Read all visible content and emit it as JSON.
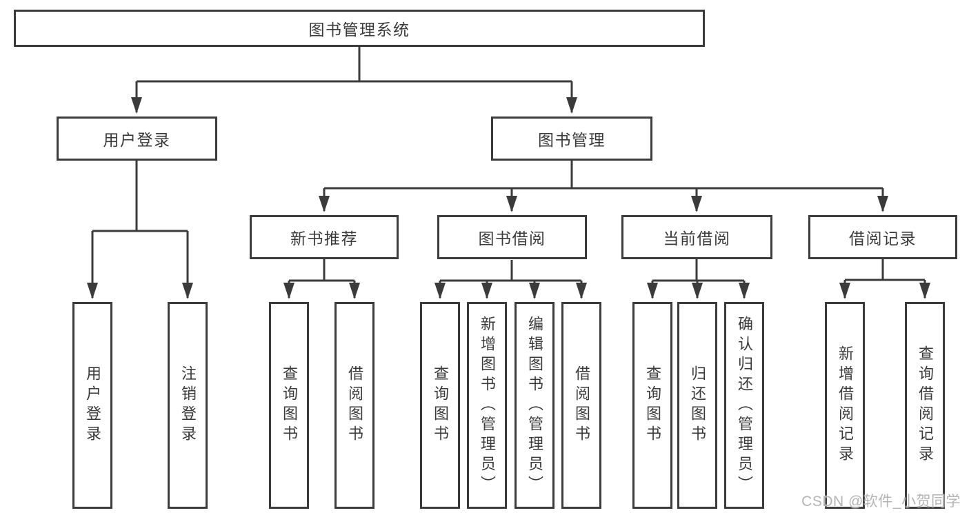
{
  "colors": {
    "line": "#3b3b3b",
    "text": "#3a3a3a",
    "watermark": "#b4b4b4",
    "background": "#ffffff"
  },
  "watermark": {
    "text": "CSDN @软件_小贺同学"
  },
  "diagram": {
    "root": {
      "label": "图书管理系统"
    },
    "branches": [
      {
        "label": "用户登录"
      },
      {
        "label": "图书管理"
      }
    ],
    "modules": [
      {
        "label": "新书推荐"
      },
      {
        "label": "图书借阅"
      },
      {
        "label": "当前借阅"
      },
      {
        "label": "借阅记录"
      }
    ],
    "functions": [
      {
        "label": "用户登录"
      },
      {
        "label": "注销登录"
      },
      {
        "label": "查询图书"
      },
      {
        "label": "借阅图书"
      },
      {
        "label": "查询图书"
      },
      {
        "label": "新增图书（管理员）"
      },
      {
        "label": "编辑图书（管理员）"
      },
      {
        "label": "借阅图书"
      },
      {
        "label": "查询图书"
      },
      {
        "label": "归还图书"
      },
      {
        "label": "确认归还（管理员）"
      },
      {
        "label": "新增借阅记录"
      },
      {
        "label": "查询借阅记录"
      }
    ]
  }
}
